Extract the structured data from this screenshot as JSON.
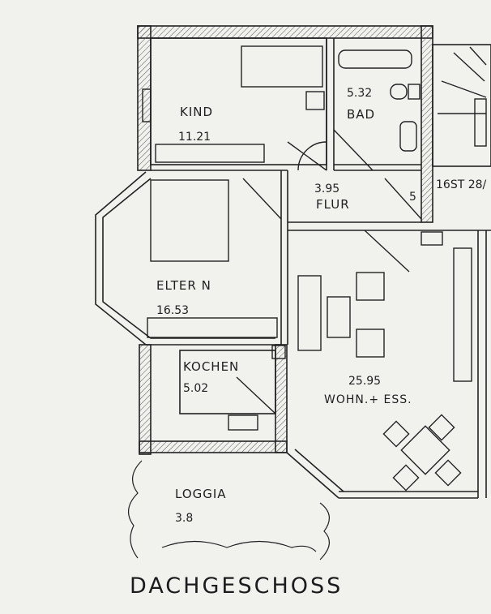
{
  "title": "DACHGESCHOSS",
  "rooms": {
    "kind": {
      "name": "KIND",
      "area": "11.21"
    },
    "bad": {
      "name": "BAD",
      "area": "5.32"
    },
    "flur": {
      "name": "FLUR",
      "area": "3.95"
    },
    "eltern": {
      "name": "ELTER N",
      "area": "16.53"
    },
    "kochen": {
      "name": "KOCHEN",
      "area": "5.02"
    },
    "wohn": {
      "name": "WOHN.+ ESS.",
      "area": "25.95"
    },
    "loggia": {
      "name": "LOGGIA",
      "area": "3.8"
    }
  },
  "stair": {
    "label": "16ST 28/",
    "landing": "5"
  },
  "colors": {
    "ink": "#1f1f1f",
    "paper": "#f1f1ee",
    "hatch": "#555555"
  }
}
